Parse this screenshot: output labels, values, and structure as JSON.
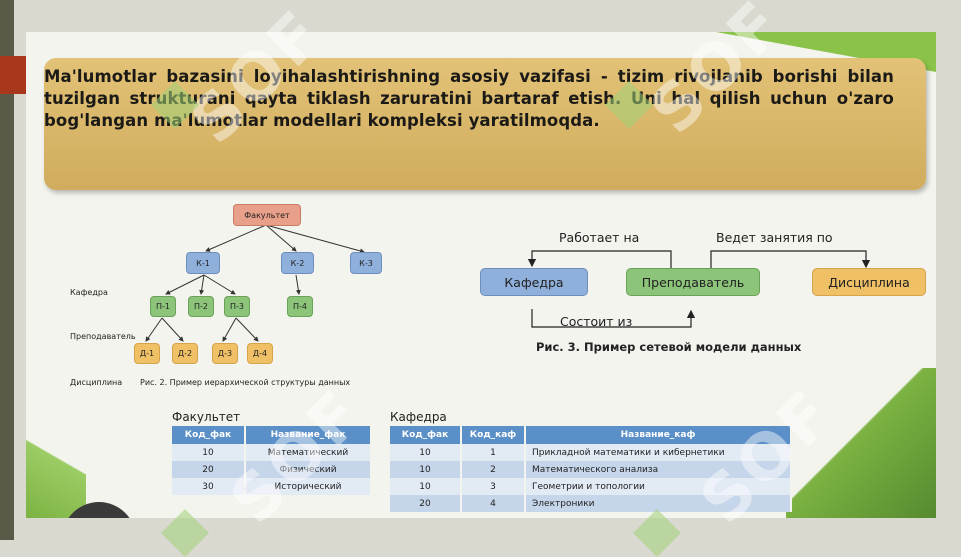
{
  "banner": {
    "text": "Ma'lumotlar bazasini loyihalashtirishning asosiy vazifasi - tizim rivojlanib borishi bilan tuzilgan strukturani qayta tiklash zaruratini bartaraf etish. Uni hal qilish uchun o'zaro bog'langan ma'lumotlar modellari kompleksi yaratilmoqda."
  },
  "hierarchy": {
    "root": "Факультет",
    "row_labels": [
      "Кафедра",
      "Преподаватель",
      "Дисциплина"
    ],
    "kafedry": [
      "К-1",
      "К-2",
      "К-3"
    ],
    "prepodavateli": [
      "П-1",
      "П-2",
      "П-3",
      "П-4"
    ],
    "discipliny": [
      "Д-1",
      "Д-2",
      "Д-3",
      "Д-4"
    ],
    "caption": "Рис. 2. Пример иерархической структуры данных"
  },
  "network": {
    "nodes": [
      "Кафедра",
      "Преподаватель",
      "Дисциплина"
    ],
    "edge_top_left": "Работает на",
    "edge_top_right": "Ведет занятия по",
    "edge_bottom": "Состоит из",
    "caption": "Рис. 3. Пример сетевой модели данных"
  },
  "table_fakultet": {
    "title": "Факультет",
    "headers": [
      "Код_фак",
      "Название_фак"
    ],
    "rows": [
      [
        "10",
        "Математический"
      ],
      [
        "20",
        "Физический"
      ],
      [
        "30",
        "Исторический"
      ]
    ]
  },
  "table_kafedra": {
    "title": "Кафедра",
    "headers": [
      "Код_фак",
      "Код_каф",
      "Название_каф"
    ],
    "rows": [
      [
        "10",
        "1",
        "Прикладной математики и кибернетики"
      ],
      [
        "10",
        "2",
        "Математического анализа"
      ],
      [
        "10",
        "3",
        "Геометрии и топологии"
      ],
      [
        "20",
        "4",
        "Электроники"
      ]
    ]
  },
  "watermark": "SOF",
  "colors": {
    "banner": "#d9b565",
    "faculty_node": "#e8a08a",
    "kafedra_node": "#8fb0db",
    "teacher_node": "#8cc47a",
    "discipline_node": "#f0c066",
    "table_header": "#5b8fc7",
    "accent_green": "#8bc34a"
  }
}
